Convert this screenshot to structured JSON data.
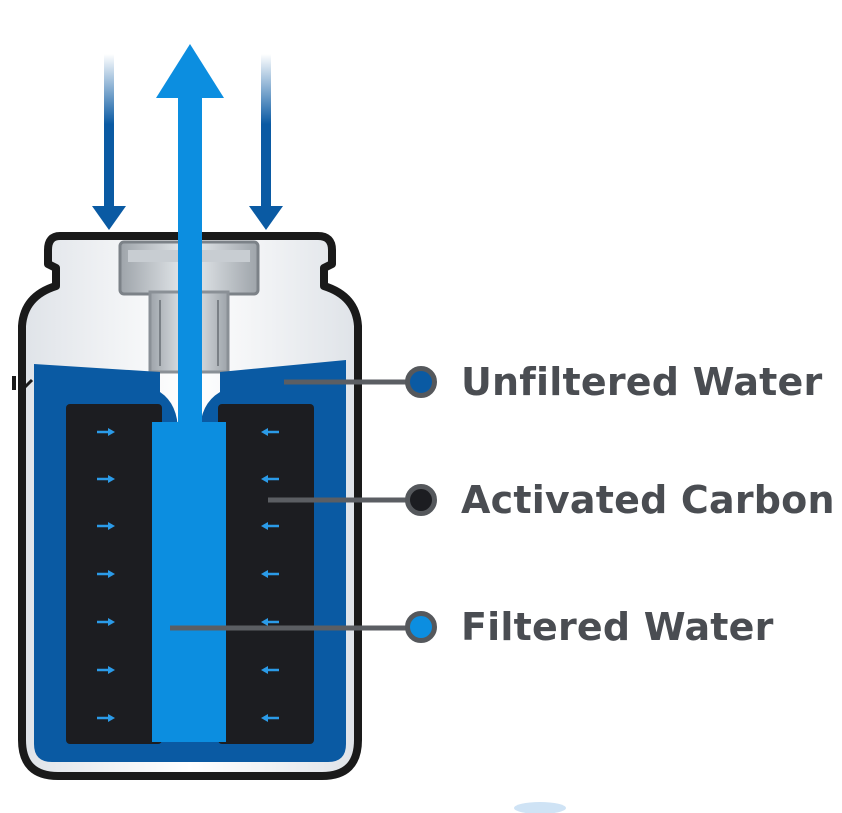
{
  "diagram": {
    "colors": {
      "unfiltered": "#0a5aa3",
      "carbon": "#1c1d21",
      "filtered": "#0c8ee0",
      "housing_outline": "#1a1a1a",
      "housing_fill": "#f4f6f8",
      "leader_line": "#5b5e63"
    },
    "icons": {
      "inflow_arrow": "arrow-down-icon",
      "outflow_arrow": "arrow-up-icon",
      "flow_direction": "small-arrow-icon"
    }
  },
  "legend": [
    {
      "label": "Unfiltered Water",
      "color": "#0a5aa3"
    },
    {
      "label": "Activated Carbon",
      "color": "#1c1d21"
    },
    {
      "label": "Filtered Water",
      "color": "#0c8ee0"
    }
  ]
}
